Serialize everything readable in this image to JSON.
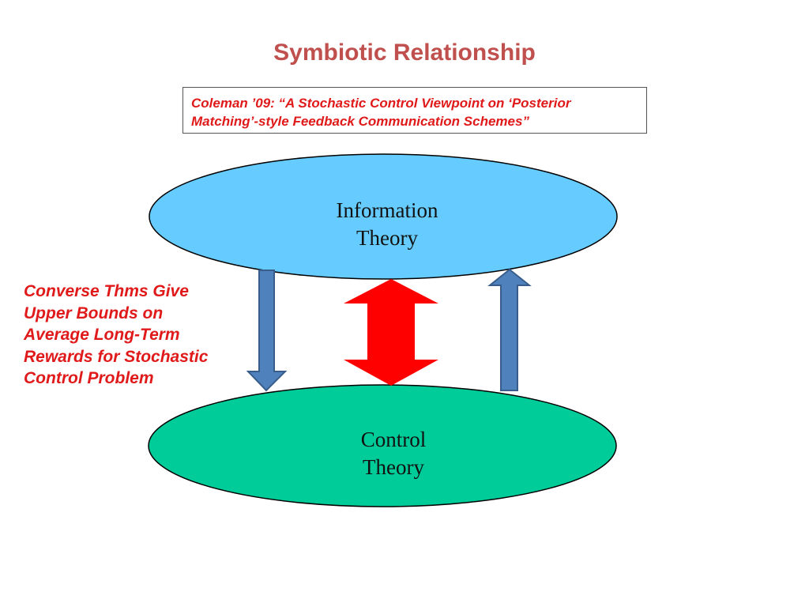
{
  "title": "Symbiotic Relationship",
  "citation": {
    "line1": "Coleman ’09: “A Stochastic Control Viewpoint on ‘Posterior",
    "line2": "Matching’-style Feedback Communication Schemes”"
  },
  "nodes": {
    "information_theory": {
      "line1": "Information",
      "line2": "Theory",
      "fill_color": "#66ccff"
    },
    "control_theory": {
      "line1": "Control",
      "line2": "Theory",
      "fill_color": "#00cc99"
    }
  },
  "side_note": {
    "lines": [
      "Converse Thms Give",
      "Upper Bounds on",
      "Average Long-Term",
      "Rewards for Stochastic",
      "Control Problem"
    ]
  },
  "colors": {
    "title": "#c0504d",
    "note_text": "#e01a1a",
    "blue_arrow": "#4f81bd",
    "blue_arrow_outline": "#385d8a",
    "red_arrow": "#ff0000"
  }
}
